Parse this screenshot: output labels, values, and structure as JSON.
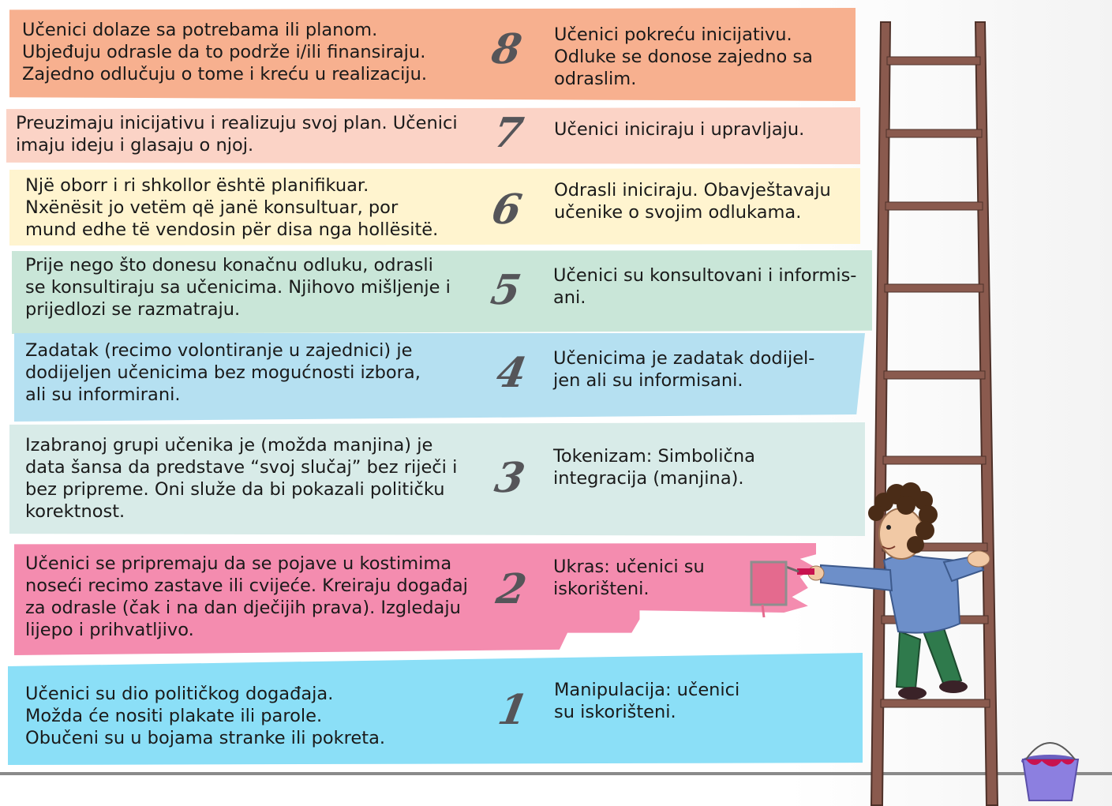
{
  "rungs": [
    {
      "level": "8",
      "left": "Učenici dolaze sa potrebama ili planom.\nUbjeđuju odrasle da to podrže i/ili finansiraju.\nZajedno odlučuju o tome i kreću u realizaciju.",
      "right": "Učenici pokreću inicijativu.\nOdluke se donose zajedno sa\nodraslim.",
      "color": "#f7b08f"
    },
    {
      "level": "7",
      "left": "Preuzimaju inicijativu i realizuju svoj plan. Učenici\nimaju ideju i glasaju o njoj.",
      "right": "Učenici iniciraju i upravljaju.",
      "color": "#fbd3c6"
    },
    {
      "level": "6",
      "left": "Një oborr i ri shkollor është planifikuar.\nNxënësit jo vetëm që janë konsultuar, por\nmund edhe të vendosin për disa nga hollësitë.",
      "right": "Odrasli iniciraju. Obavještavaju\nučenike o svojim odlukama.",
      "color": "#fff4cf"
    },
    {
      "level": "5",
      "left": "Prije nego što donesu konačnu odluku, odrasli\nse konsultiraju sa učenicima. Njihovo mišljenje i\nprijedlozi se razmatraju.",
      "right": "Učenici su konsultovani i informis-\nani.",
      "color": "#c9e6d8"
    },
    {
      "level": "4",
      "left": "Zadatak (recimo volontiranje u zajednici) je\ndodijeljen učenicima bez mogućnosti izbora,\nali su informirani.",
      "right": "Učenicima je zadatak dodijel-\njen ali su informisani.",
      "color": "#b5e0f1"
    },
    {
      "level": "3",
      "left": "Izabranoj grupi učenika je (možda manjina) je\ndata šansa da predstave “svoj slučaj” bez riječi i\nbez pripreme. Oni služe da bi pokazali političku\nkorektnost.",
      "right": "Tokenizam: Simbolična\nintegracija (manjina).",
      "color": "#d8ebe8"
    },
    {
      "level": "2",
      "left": "Učenici se pripremaju da se pojave u kostimima\nnoseći recimo zastave ili cvijeće. Kreiraju događaj\nza odrasle (čak i na dan dječijih prava). Izgledaju\nlijepo i prihvatljivo.",
      "right": "Ukras: učenici su\niskorišteni.",
      "color": "#f48caf"
    },
    {
      "level": "1",
      "left": "Učenici su dio političkog događaja.\nMožda će nositi plakate ili parole.\nObučeni su u bojama stranke ili pokreta.",
      "right": "Manipulacija: učenici\nsu iskorišteni.",
      "color": "#8bdff7"
    }
  ],
  "illustration": {
    "ladder_color": "#8a5a4e",
    "paint_bucket_color": "#8c7fe0",
    "paint_color": "#c8124f",
    "shirt_color": "#6d8fc9",
    "pants_color": "#2f7a4c",
    "hair_color": "#4a2c17"
  }
}
